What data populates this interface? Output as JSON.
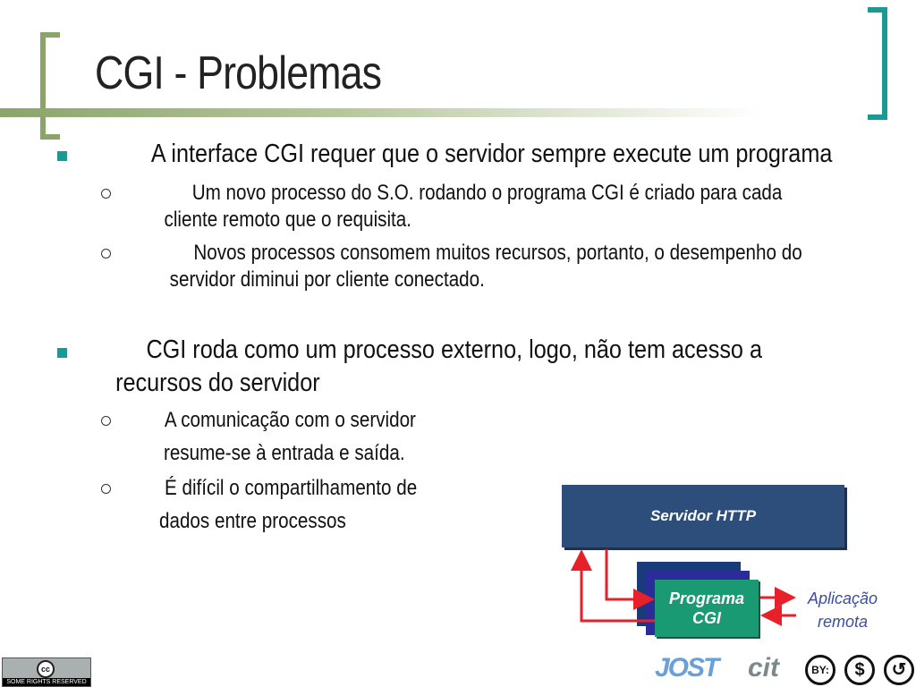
{
  "slide": {
    "title": "CGI - Problemas",
    "bullets": [
      {
        "text": "A interface CGI requer que o servidor sempre execute um programa",
        "sub": [
          {
            "lines": [
              "Um novo processo do S.O. rodando o programa CGI é criado para cada",
              "cliente remoto que o requisita."
            ]
          },
          {
            "lines": [
              "Novos processos consomem muitos recursos, portanto, o desempenho do",
              "servidor diminui por cliente conectado."
            ]
          }
        ]
      },
      {
        "lines": [
          "CGI roda como um processo externo, logo, não tem acesso a",
          "recursos do servidor"
        ],
        "sub": [
          {
            "lines": [
              "A comunicação com o servidor",
              "resume-se à entrada e saída."
            ]
          },
          {
            "lines": [
              "É difícil o compartilhamento de",
              "dados entre processos"
            ]
          }
        ]
      }
    ]
  },
  "diagram": {
    "server_label": "Servidor HTTP",
    "program_label_line1": "Programa",
    "program_label_line2": "CGI",
    "remote_label_line1": "Aplicação",
    "remote_label_line2": "remota"
  },
  "footer": {
    "cc_badge_symbol": "cc",
    "cc_badge_text": "SOME RIGHTS RESERVED",
    "logo1": "JOST",
    "logo2": "cit",
    "by_label": "BY:",
    "nc_symbol": "$",
    "sa_symbol": "↺"
  },
  "colors": {
    "accent_green": "#8aa46a",
    "accent_teal": "#1a9a92",
    "server_box": "#2d4d7b",
    "program_box": "#1a9a72",
    "arrow_red": "#e8202a",
    "remote_text": "#3a4fa0"
  }
}
